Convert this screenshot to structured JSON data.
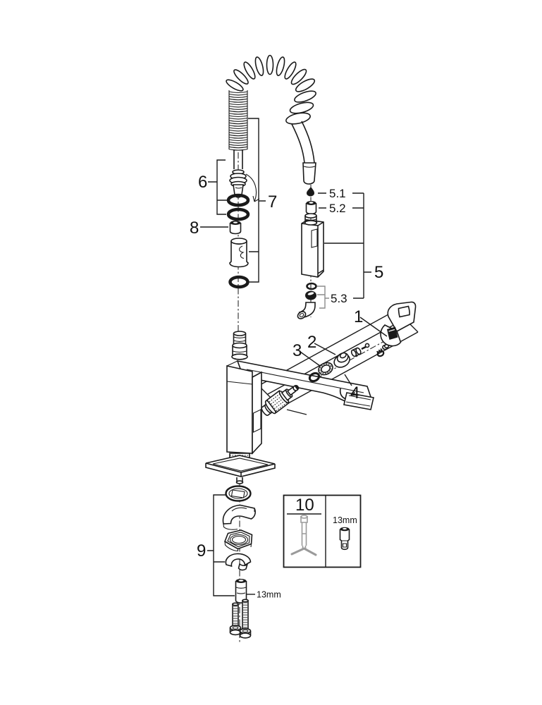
{
  "diagram": {
    "type": "exploded-parts-diagram",
    "callouts": {
      "c1": "1",
      "c2": "2",
      "c3": "3",
      "c4": "4",
      "c5": "5",
      "c6": "6",
      "c7": "7",
      "c8": "8",
      "c9": "9",
      "c10": "10",
      "c5_1": "5.1",
      "c5_2": "5.2",
      "c5_3": "5.3"
    },
    "annotations": {
      "nut_wrench_size": "13mm",
      "box_tool_size": "13mm"
    },
    "colors": {
      "line": "#1a1a1a",
      "sub_bracket_gray": "#8c8c8c",
      "tool_gray": "#9a9a9a",
      "background": "#ffffff",
      "text": "#111111"
    }
  }
}
